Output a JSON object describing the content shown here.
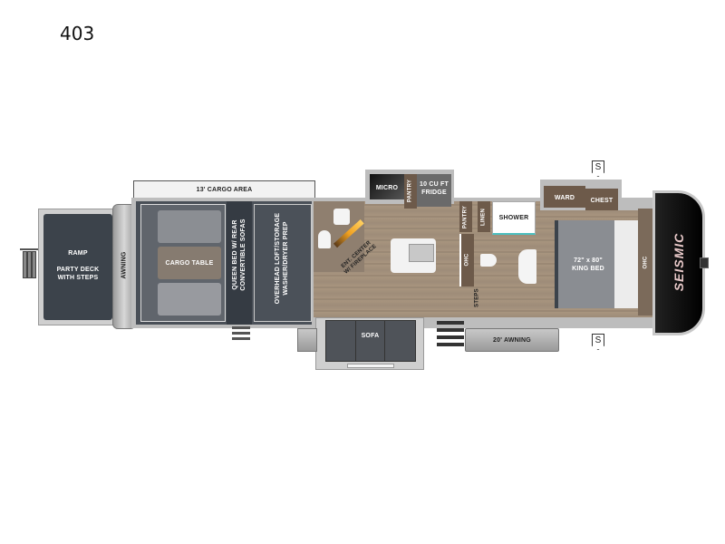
{
  "model_number": "403",
  "brand_logo": "SEISMIC",
  "labels": {
    "ramp": "RAMP",
    "party_deck": "PARTY DECK\nWITH STEPS",
    "rear_awning": "AWNING",
    "cargo_area": "13' CARGO AREA",
    "cargo_table": "CARGO TABLE",
    "queen_bed": "QUEEN BED W/ REAR\nCONVERTIBLE SOFAS",
    "overhead_loft": "OVERHEAD LOFT/STORAGE\nWASHER/DRYER PREP",
    "micro": "MICRO",
    "pantry_kitchen": "PANTRY",
    "fridge": "10 CU FT\nFRIDGE",
    "ent_center": "ENT. CENTER\nW/ FIREPLACE",
    "pantry_bath": "PANTRY",
    "linen": "LINEN",
    "shower": "SHOWER",
    "ohc_bath": "OHC",
    "steps": "STEPS",
    "ward": "WARD",
    "chest": "CHEST",
    "king_bed": "72\" x 80\"\nKING BED",
    "ohc_front": "OHC",
    "sofa": "SOFA",
    "side_awning": "20' AWNING",
    "stabilizer_top": "S",
    "stabilizer_bottom": "S"
  },
  "colors": {
    "dark_slate": "#3c434b",
    "wood_floor": "#9e8c79",
    "cabinet_brown": "#6d5a4a",
    "wall_gray": "#bdbdbd",
    "fireplace_glow": "#f0a020",
    "cap_black": "#1a1a1a"
  }
}
